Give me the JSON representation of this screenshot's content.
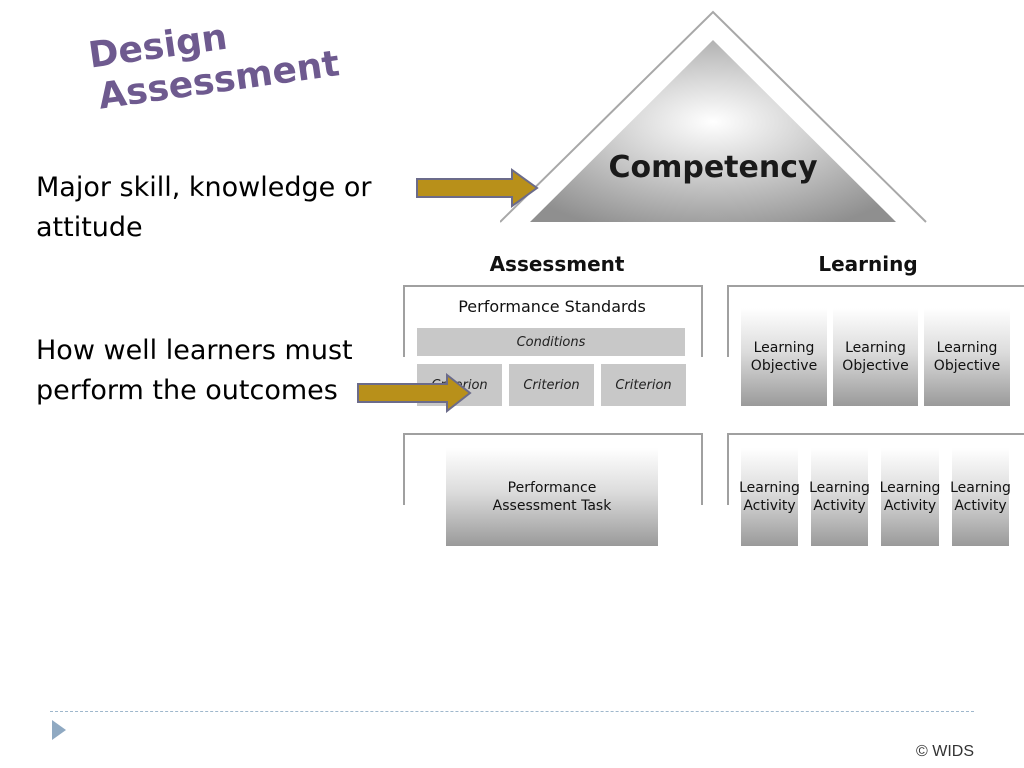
{
  "slide": {
    "title_line1": "Design",
    "title_line2": "Assessment",
    "bullets": [
      "Major skill, knowledge or attitude",
      "How well learners must perform the outcomes"
    ],
    "footer": "© WIDS"
  },
  "diagram": {
    "apex": "Competency",
    "columns": {
      "assessment": {
        "header": "Assessment",
        "standards_label": "Performance Standards",
        "conditions": "Conditions",
        "criteria": [
          "Criterion",
          "Criterion",
          "Criterion"
        ],
        "task": "Performance Assessment Task"
      },
      "learning": {
        "header": "Learning",
        "objectives": [
          "Learning Objective",
          "Learning Objective",
          "Learning Objective"
        ],
        "activities": [
          "Learning Activity",
          "Learning Activity",
          "Learning Activity",
          "Learning Activity"
        ]
      }
    },
    "colors": {
      "title": "#6e5a8f",
      "arrow_fill": "#b8901a",
      "arrow_stroke": "#6b6b8a",
      "triangle_fill": "#a9a9a9"
    }
  }
}
